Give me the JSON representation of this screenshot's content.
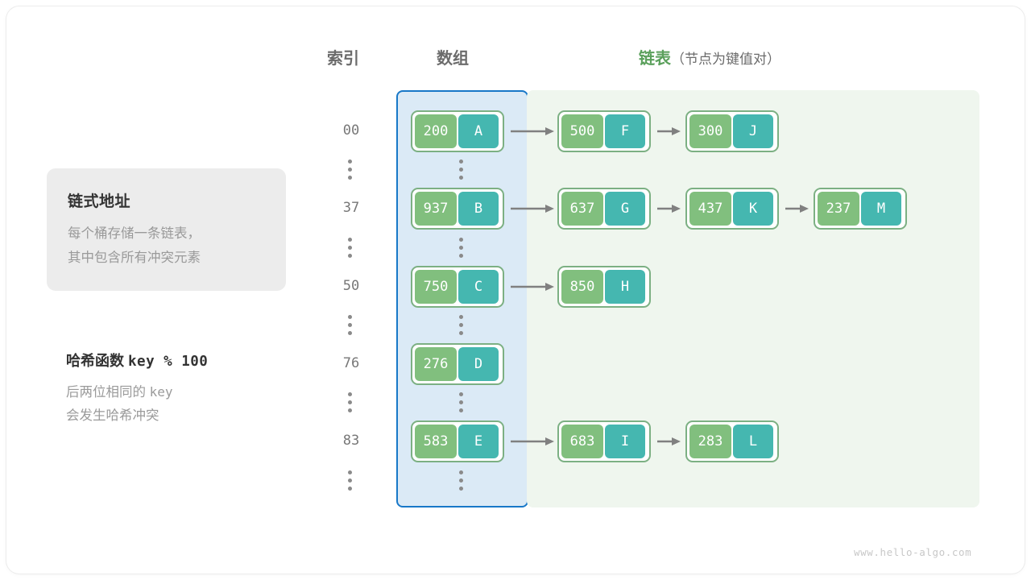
{
  "headers": {
    "index": "索引",
    "array": "数组",
    "list_green": "链表",
    "list_paren": "（节点为键值对）"
  },
  "infobox": {
    "title": "链式地址",
    "line1": "每个桶存储一条链表，",
    "line2": "其中包含所有冲突元素"
  },
  "hash_note": {
    "title_cn": "哈希函数",
    "title_code": "key % 100",
    "line1_cn": "后两位相同的",
    "line1_code": "key",
    "line2": "会发生哈希冲突"
  },
  "watermark": "www.hello-algo.com",
  "colors": {
    "array_fill": "#dbeaf6",
    "array_border": "#1878c8",
    "list_fill": "#eff6ee",
    "node_border": "#7cb083",
    "node_key": "#81bf7e",
    "node_value": "#45b7b0",
    "arrow": "#808080",
    "header_green": "#5ba05c",
    "header_gray": "#6b6b6b",
    "infobox_bg": "#ececec"
  },
  "buckets": [
    {
      "index": "00",
      "bucket": {
        "key": "200",
        "value": "A"
      },
      "chain": [
        {
          "key": "500",
          "value": "F"
        },
        {
          "key": "300",
          "value": "J"
        }
      ]
    },
    {
      "index": "37",
      "bucket": {
        "key": "937",
        "value": "B"
      },
      "chain": [
        {
          "key": "637",
          "value": "G"
        },
        {
          "key": "437",
          "value": "K"
        },
        {
          "key": "237",
          "value": "M"
        }
      ]
    },
    {
      "index": "50",
      "bucket": {
        "key": "750",
        "value": "C"
      },
      "chain": [
        {
          "key": "850",
          "value": "H"
        }
      ]
    },
    {
      "index": "76",
      "bucket": {
        "key": "276",
        "value": "D"
      },
      "chain": []
    },
    {
      "index": "83",
      "bucket": {
        "key": "583",
        "value": "E"
      },
      "chain": [
        {
          "key": "683",
          "value": "I"
        },
        {
          "key": "283",
          "value": "L"
        }
      ]
    }
  ]
}
